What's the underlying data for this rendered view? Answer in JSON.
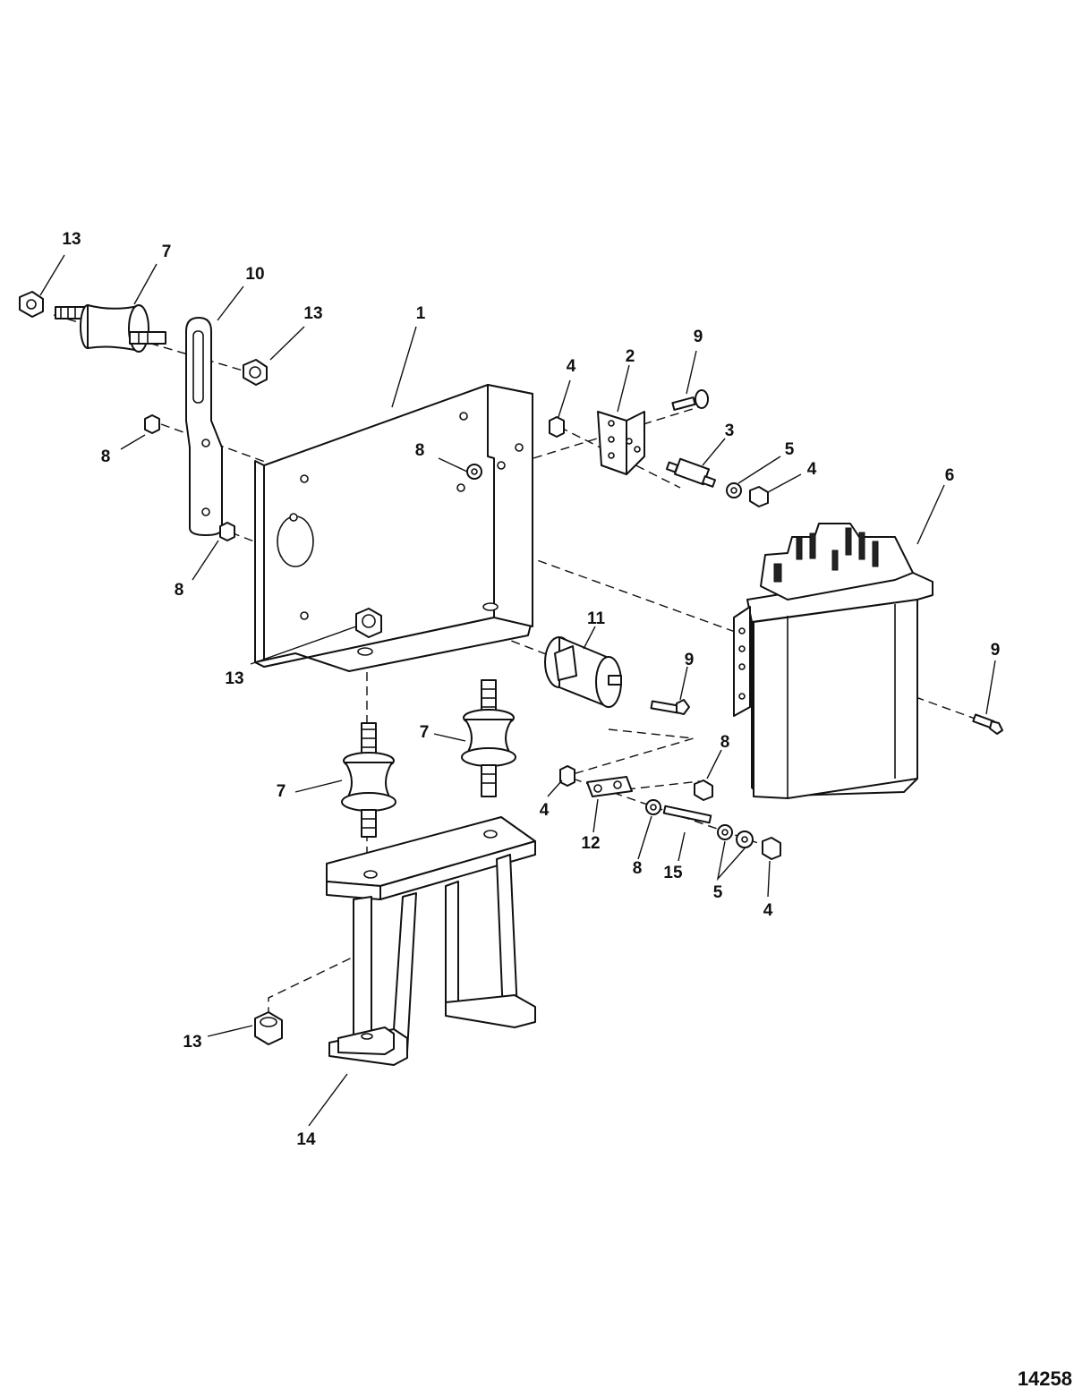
{
  "figure_number": "14258",
  "callouts": [
    {
      "id": "c13a",
      "label": "13"
    },
    {
      "id": "c7a",
      "label": "7"
    },
    {
      "id": "c10",
      "label": "10"
    },
    {
      "id": "c13b",
      "label": "13"
    },
    {
      "id": "c1",
      "label": "1"
    },
    {
      "id": "c8a",
      "label": "8"
    },
    {
      "id": "c8b",
      "label": "8"
    },
    {
      "id": "c8c",
      "label": "8"
    },
    {
      "id": "c13c",
      "label": "13"
    },
    {
      "id": "c4a",
      "label": "4"
    },
    {
      "id": "c2",
      "label": "2"
    },
    {
      "id": "c9a",
      "label": "9"
    },
    {
      "id": "c3",
      "label": "3"
    },
    {
      "id": "c5a",
      "label": "5"
    },
    {
      "id": "c4b",
      "label": "4"
    },
    {
      "id": "c6",
      "label": "6"
    },
    {
      "id": "c11",
      "label": "11"
    },
    {
      "id": "c9b",
      "label": "9"
    },
    {
      "id": "c9c",
      "label": "9"
    },
    {
      "id": "c7b",
      "label": "7"
    },
    {
      "id": "c7c",
      "label": "7"
    },
    {
      "id": "c8d",
      "label": "8"
    },
    {
      "id": "c4c",
      "label": "4"
    },
    {
      "id": "c12",
      "label": "12"
    },
    {
      "id": "c8e",
      "label": "8"
    },
    {
      "id": "c15",
      "label": "15"
    },
    {
      "id": "c5b",
      "label": "5"
    },
    {
      "id": "c4d",
      "label": "4"
    },
    {
      "id": "c13d",
      "label": "13"
    },
    {
      "id": "c14",
      "label": "14"
    }
  ]
}
